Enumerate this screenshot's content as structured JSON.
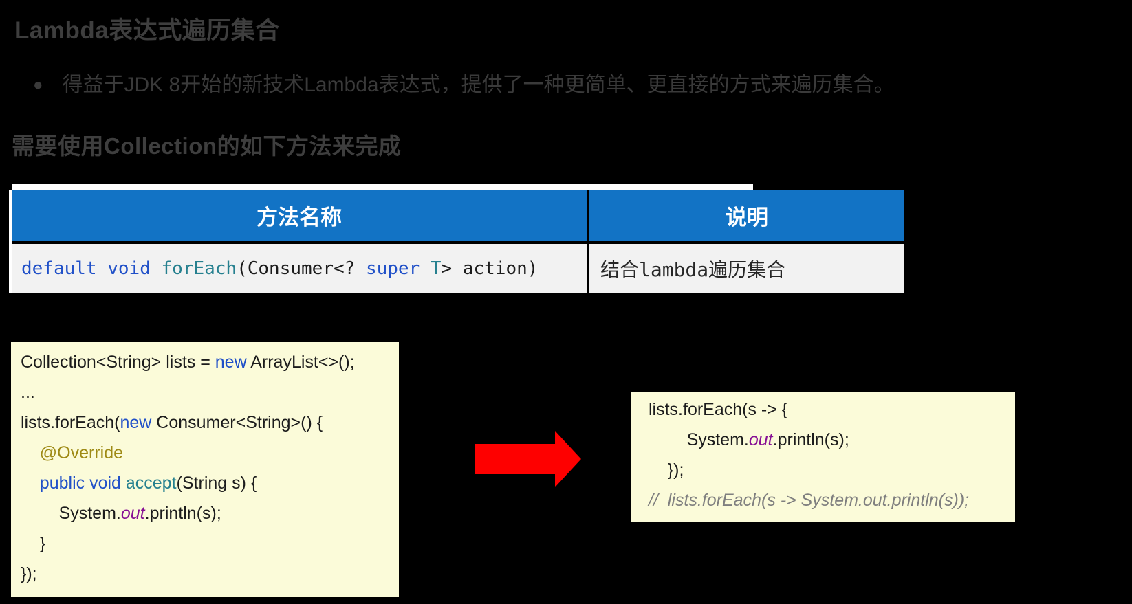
{
  "colors": {
    "bg": "#000000",
    "white": "#FFFFFF",
    "heading_gray": "#3E3E3E",
    "body_gray": "#3A3A3A",
    "table_blue": "#1273C5",
    "row_bg": "#F2F2F2",
    "code_bg": "#FBFBD9",
    "arrow_red": "#FE0000",
    "code_black": "#1C1C1C",
    "kw_blue": "#2050C8",
    "type_teal": "#26808F",
    "annotation_gold": "#9E8A15",
    "field_purple": "#871094",
    "comment_gray": "#7F7F7F"
  },
  "title": {
    "text": "Lambda表达式遍历集合"
  },
  "bullet": {
    "marker": "●",
    "text": "得益于JDK 8开始的新技术Lambda表达式，提供了一种更简单、更直接的方式来遍历集合。"
  },
  "subtitle": {
    "text": "需要使用Collection的如下方法来完成"
  },
  "table": {
    "columns": [
      "方法名称",
      "说明"
    ],
    "row": {
      "method_lines": [
        [
          [
            "default",
            "kw"
          ],
          [
            " ",
            "pl"
          ],
          [
            "void",
            "kw"
          ],
          [
            " ",
            "pl"
          ],
          [
            "forEach",
            "ty"
          ],
          [
            "(Consumer<? ",
            "pl"
          ],
          [
            "super",
            "kw"
          ],
          [
            " ",
            "pl"
          ],
          [
            "T",
            "ty"
          ],
          [
            "> action)",
            "pl"
          ]
        ]
      ],
      "description": "结合lambda遍历集合"
    }
  },
  "code_left": {
    "lines": [
      [
        [
          "Collection<String> lists = ",
          "pl"
        ],
        [
          "new",
          "kw"
        ],
        [
          " ArrayList<>();",
          "pl"
        ]
      ],
      [
        [
          "...",
          "pl"
        ]
      ],
      [
        [
          "lists.forEach(",
          "pl"
        ],
        [
          "new",
          "kw"
        ],
        [
          " Consumer<String>() {",
          "pl"
        ]
      ],
      [
        [
          "    ",
          "pl"
        ],
        [
          "@Override",
          "an"
        ]
      ],
      [
        [
          "    ",
          "pl"
        ],
        [
          "public void ",
          "kw"
        ],
        [
          "accept",
          "ty"
        ],
        [
          "(String s) {",
          "pl"
        ]
      ],
      [
        [
          "        System.",
          "pl"
        ],
        [
          "out",
          "fi"
        ],
        [
          ".println(s);",
          "pl"
        ]
      ],
      [
        [
          "    }",
          "pl"
        ]
      ],
      [
        [
          "});",
          "pl"
        ]
      ]
    ]
  },
  "code_right": {
    "lines": [
      [
        [
          "lists.forEach(s -> {",
          "pl"
        ]
      ],
      [
        [
          "        System.",
          "pl"
        ],
        [
          "out",
          "fi"
        ],
        [
          ".println(s);",
          "pl"
        ]
      ],
      [
        [
          "    });",
          "pl"
        ]
      ],
      [
        [
          "//  lists.forEach(s -> System.out.println(s));",
          "cm"
        ]
      ]
    ]
  }
}
